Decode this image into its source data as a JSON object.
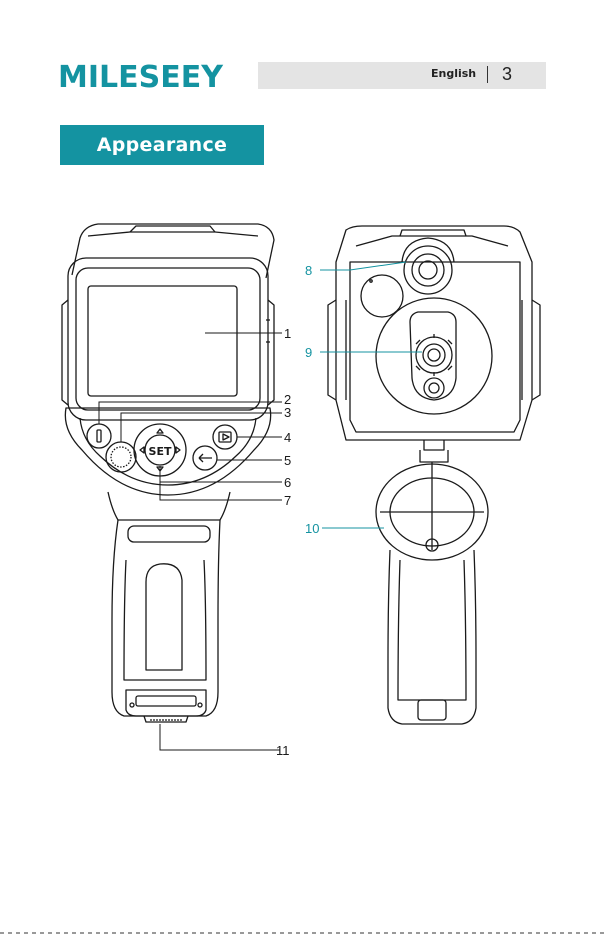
{
  "brand": {
    "logo_text": "MILESEEY",
    "color": "#1493a1"
  },
  "header": {
    "language": "English",
    "page_number": "3"
  },
  "section": {
    "title": "Appearance"
  },
  "callouts": {
    "front": [
      "1",
      "2",
      "3",
      "4",
      "5",
      "6",
      "7",
      "11"
    ],
    "back": [
      "8",
      "9",
      "10"
    ]
  },
  "buttons": {
    "set_label": "SET"
  },
  "colors": {
    "accent": "#1493a1",
    "line": "#1a1a1a"
  }
}
